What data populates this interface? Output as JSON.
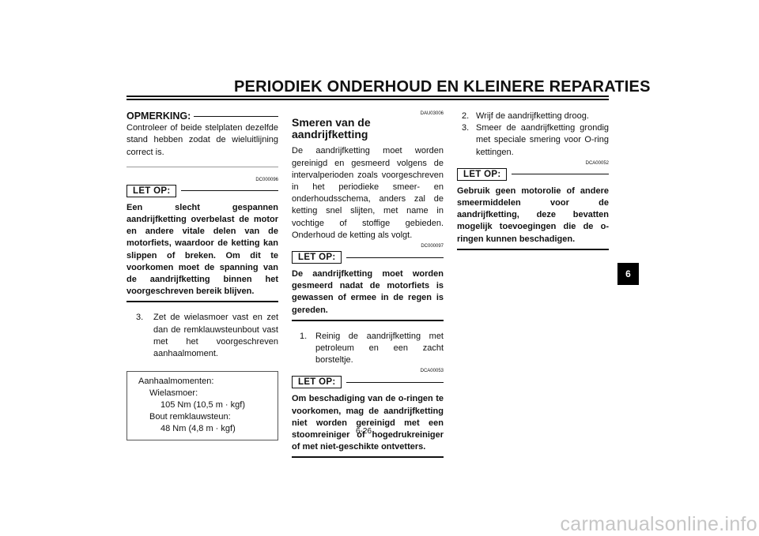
{
  "header": {
    "title": "PERIODIEK ONDERHOUD EN KLEINERE REPARATIES"
  },
  "left_column": {
    "note_heading": "OPMERKING:",
    "note_text": "Controleer of beide stelplaten dezelfde stand hebben zodat de wieluitlijning correct is.",
    "caution_code": "DC000096",
    "caution_label": "LET OP:",
    "caution_text": "Een slecht gespannen aandrijfketting overbelast de motor en andere vitale delen van de motorfiets, waardoor de ketting kan slippen of breken. Om dit te voorkomen moet de spanning van de aandrijfketting binnen het voorgeschreven bereik blijven.",
    "step_number": "3.",
    "step_text": "Zet de wielasmoer vast en zet dan de remklauwsteunbout vast met het voorgeschreven aanhaalmoment.",
    "spec_box": {
      "title": "Aanhaalmomenten:",
      "item1_label": "Wielasmoer:",
      "item1_value": "105 Nm (10,5 m · kgf)",
      "item2_label": "Bout remklauwsteun:",
      "item2_value": "48 Nm (4,8 m · kgf)"
    }
  },
  "middle_column": {
    "section_code": "DAU03006",
    "section_title": "Smeren van de aandrijfketting",
    "intro_text": "De aandrijfketting moet worden gereinigd en gesmeerd volgens de intervalperioden zoals voorgeschreven in het periodieke smeer- en onderhoudsschema, anders zal de ketting snel slijten, met name in vochtige of stoffige gebieden. Onderhoud de ketting als volgt.",
    "caution1_code": "DC000097",
    "caution1_label": "LET OP:",
    "caution1_text": "De aandrijfketting moet worden gesmeerd nadat de motorfiets is gewassen of ermee in de regen is gereden.",
    "step_number": "1.",
    "step_text": "Reinig de aandrijfketting met petroleum en een zacht borsteltje.",
    "caution2_code": "DCA00053",
    "caution2_label": "LET OP:",
    "caution2_text": "Om beschadiging van de o-ringen te voorkomen, mag de aandrijfketting niet worden gereinigd met een stoomreiniger of hogedrukreiniger of met niet-geschikte ontvetters."
  },
  "right_column": {
    "step2_number": "2.",
    "step2_text": "Wrijf de aandrijfketting droog.",
    "step3_number": "3.",
    "step3_text": "Smeer de aandrijfketting grondig met speciale smering voor O-ring kettingen.",
    "caution_code": "DCA00052",
    "caution_label": "LET OP:",
    "caution_text": "Gebruik geen motorolie of andere smeermiddelen voor de aandrijfketting, deze bevatten mogelijk toevoegingen die de o-ringen kunnen beschadigen."
  },
  "chapter_tab": "6",
  "page_number": "6-26",
  "watermark": "carmanualsonline.info"
}
